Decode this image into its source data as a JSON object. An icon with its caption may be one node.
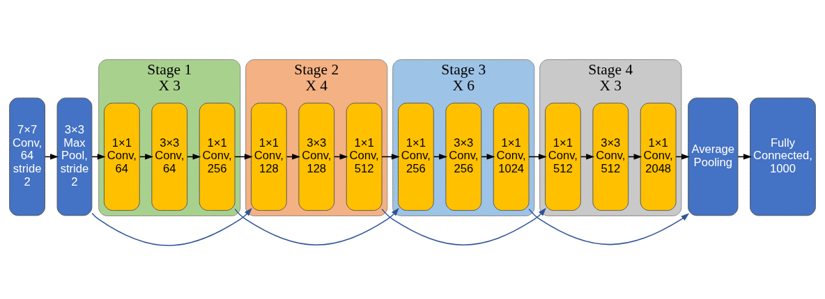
{
  "diagram": {
    "nodes": [
      {
        "text": [
          "7×7 Conv, 64 stride 2"
        ]
      },
      {
        "text": [
          "3×3 Max Pool, stride 2"
        ]
      },
      {
        "text": [
          "Stage 1",
          "X 3"
        ]
      },
      {
        "text": [
          "1×1 Conv, 64"
        ],
        "in": 2
      },
      {
        "text": [
          "3×3 Conv, 64"
        ],
        "in": 2
      },
      {
        "text": [
          "1×1 Conv, 256"
        ],
        "in": 2
      },
      {
        "text": [
          "Stage 2",
          "X 4"
        ]
      },
      {
        "text": [
          "1×1 Conv, 128"
        ],
        "in": 6
      },
      {
        "text": [
          "3×3 Conv, 128"
        ],
        "in": 6
      },
      {
        "text": [
          "1×1 Conv, 512"
        ],
        "in": 6
      },
      {
        "text": [
          "Stage 3",
          "X 6"
        ]
      },
      {
        "text": [
          "1×1 Conv, 256"
        ],
        "in": 10
      },
      {
        "text": [
          "3×3 Conv, 256"
        ],
        "in": 10
      },
      {
        "text": [
          "1×1 Conv, 1024"
        ],
        "in": 10
      },
      {
        "text": [
          "Stage 4",
          "X 3"
        ]
      },
      {
        "text": [
          "1×1 Conv, 512"
        ],
        "in": 14
      },
      {
        "text": [
          "3×3 Conv, 512"
        ],
        "in": 14
      },
      {
        "text": [
          "1×1 Conv, 2048"
        ],
        "in": 14
      },
      {
        "text": [
          "Average Pooling"
        ]
      },
      {
        "text": [
          "Fully Connected, 1000"
        ]
      }
    ],
    "edges": [
      {
        "from": 0,
        "to": 1,
        "arrow": "to"
      },
      {
        "from": 1,
        "to": 3,
        "arrow": "to"
      },
      {
        "from": 3,
        "to": 4,
        "arrow": "to"
      },
      {
        "from": 4,
        "to": 5,
        "arrow": "to"
      },
      {
        "from": 5,
        "to": 7,
        "arrow": "to"
      },
      {
        "from": 7,
        "to": 8,
        "arrow": "to"
      },
      {
        "from": 8,
        "to": 9,
        "arrow": "to"
      },
      {
        "from": 9,
        "to": 11,
        "arrow": "to"
      },
      {
        "from": 11,
        "to": 12,
        "arrow": "to"
      },
      {
        "from": 12,
        "to": 13,
        "arrow": "to"
      },
      {
        "from": 13,
        "to": 15,
        "arrow": "to"
      },
      {
        "from": 15,
        "to": 16,
        "arrow": "to"
      },
      {
        "from": 16,
        "to": 17,
        "arrow": "to"
      },
      {
        "from": 17,
        "to": 18,
        "arrow": "to"
      },
      {
        "from": 18,
        "to": 19,
        "arrow": "to"
      },
      {
        "from": 1,
        "to": 7,
        "arrow": "to",
        "color": "#2f5597"
      },
      {
        "from": 5,
        "to": 11,
        "arrow": "to",
        "color": "#2f5597"
      },
      {
        "from": 9,
        "to": 15,
        "arrow": "to",
        "color": "#2f5597"
      },
      {
        "from": 13,
        "to": 18,
        "arrow": "to",
        "color": "#2f5597"
      }
    ]
  }
}
